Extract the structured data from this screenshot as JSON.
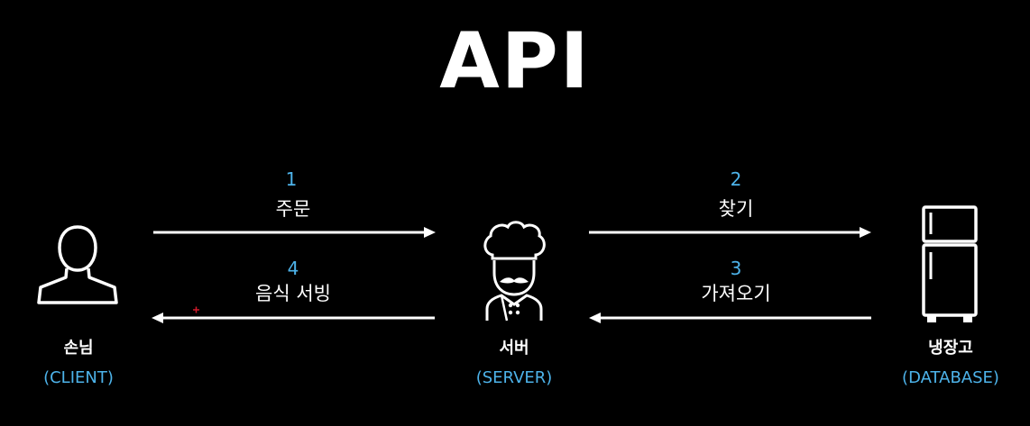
{
  "title": "API",
  "colors": {
    "background": "#000000",
    "foreground": "#ffffff",
    "accent": "#4db3ea",
    "marker": "#d11a2a"
  },
  "nodes": {
    "client": {
      "name": "손님",
      "sub": "(CLIENT)",
      "icon": "person-icon"
    },
    "server": {
      "name": "서버",
      "sub": "(SERVER)",
      "icon": "chef-icon"
    },
    "database": {
      "name": "냉장고",
      "sub": "(DATABASE)",
      "icon": "refrigerator-icon"
    }
  },
  "steps": [
    {
      "num": "1",
      "label": "주문",
      "direction": "client-to-server"
    },
    {
      "num": "2",
      "label": "찾기",
      "direction": "server-to-database"
    },
    {
      "num": "3",
      "label": "가져오기",
      "direction": "database-to-server"
    },
    {
      "num": "4",
      "label": "음식 서빙",
      "direction": "server-to-client"
    }
  ]
}
